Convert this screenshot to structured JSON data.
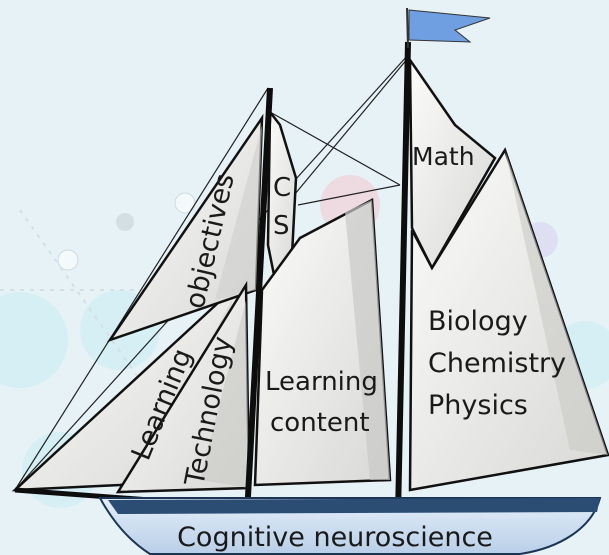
{
  "diagram": {
    "sail_labels": {
      "learning": "Learning",
      "objectives": "objectives",
      "technology": "Technology",
      "cs_line1": "C",
      "cs_line2": "S",
      "learning_content_line1": "Learning",
      "learning_content_line2": "content",
      "math": "Math",
      "sciences_line1": "Biology",
      "sciences_line2": "Chemistry",
      "sciences_line3": "Physics"
    },
    "hull_label": "Cognitive neuroscience"
  },
  "colors": {
    "background": "#e7f2f7",
    "sail_fill": "#f1f1ef",
    "sail_shade": "#d4d4d2",
    "hull_fill": "#c9dcf2",
    "hull_stripe": "#2b4d74",
    "flag": "#6f9fe0",
    "line": "#111111"
  },
  "icons": [
    "flag-icon",
    "sailboat-illustration"
  ]
}
